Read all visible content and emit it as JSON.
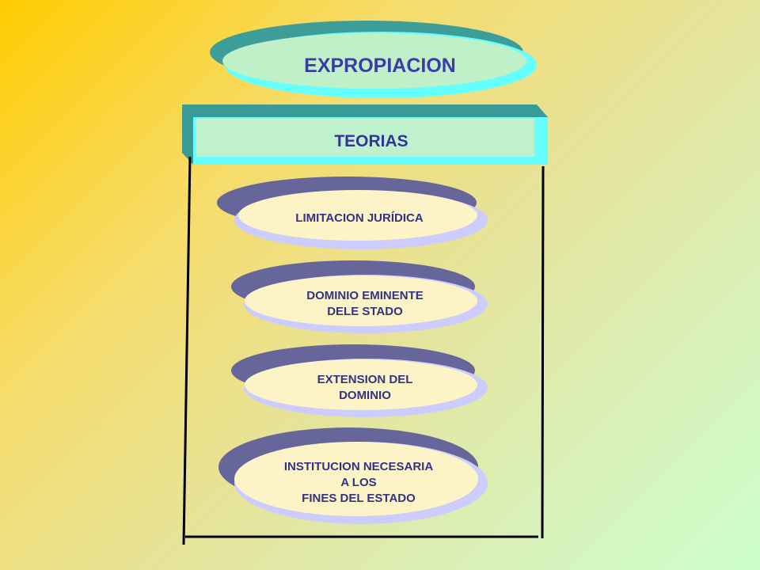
{
  "title": "EXPROPIACION",
  "section": "TEORIAS",
  "items": [
    {
      "label": "LIMITACION JURÍDICA"
    },
    {
      "label": "DOMINIO EMINENTE\nDELE STADO"
    },
    {
      "label": "EXTENSION DEL\nDOMINIO"
    },
    {
      "label": "INSTITUCION NECESARIA\nA LOS\nFINES DEL ESTADO"
    }
  ],
  "colors": {
    "title_back": "#3d9e99",
    "title_front": "#bff0c8",
    "title_edge": "#66ffff",
    "box_back": "#3a9a96",
    "box_front": "#bff2cc",
    "box_edge": "#66ffff",
    "oval_back": "#66669a",
    "oval_edge": "#ccccff",
    "oval_front": "#fcf3c6",
    "text": "#333399",
    "bracket": "#000000"
  }
}
